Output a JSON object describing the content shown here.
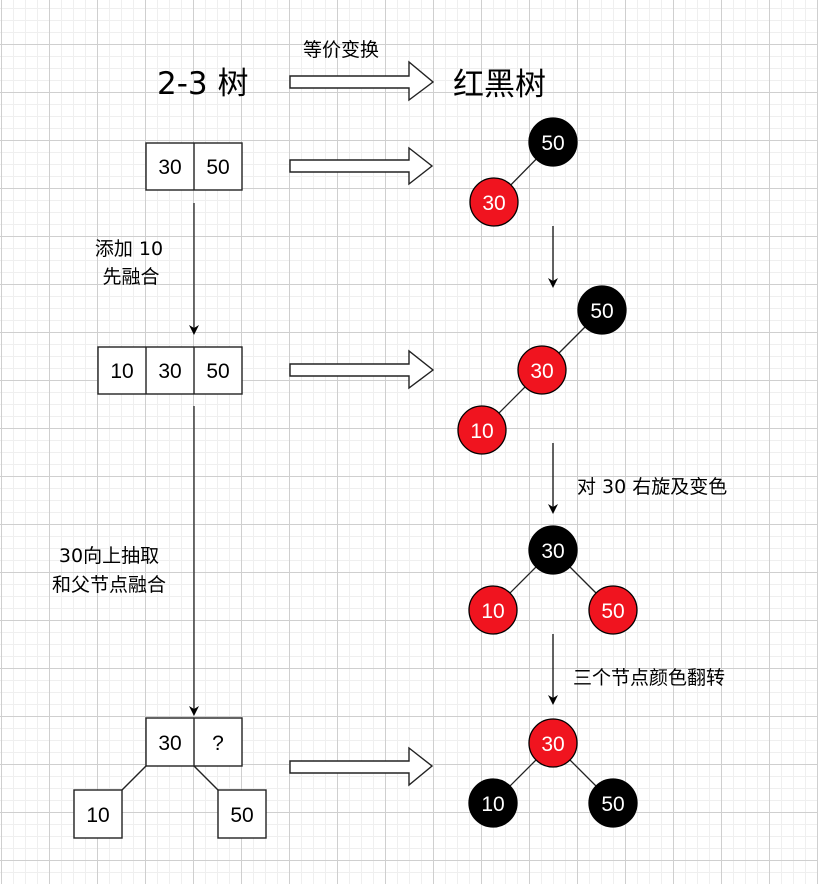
{
  "titles": {
    "left": "2-3 树",
    "right": "红黑树",
    "transform": "等价变换"
  },
  "colors": {
    "red_node": "#f0141f",
    "black_node": "#000000",
    "node_text": "#ffffff",
    "stroke": "#000000"
  },
  "tree23": {
    "step1": {
      "keys": [
        "30",
        "50"
      ]
    },
    "step2": {
      "keys": [
        "10",
        "30",
        "50"
      ]
    },
    "step3": {
      "parent_keys": [
        "30",
        "?"
      ],
      "left_child": "10",
      "right_child": "50"
    }
  },
  "left_captions": {
    "add": [
      "添加 10",
      "先融合"
    ],
    "promote": [
      "30向上抽取",
      "和父节点融合"
    ]
  },
  "rbtree": {
    "step1": [
      {
        "key": "50",
        "color": "black"
      },
      {
        "key": "30",
        "color": "red"
      }
    ],
    "step2": [
      {
        "key": "50",
        "color": "black"
      },
      {
        "key": "30",
        "color": "red"
      },
      {
        "key": "10",
        "color": "red"
      }
    ],
    "step3": [
      {
        "key": "30",
        "color": "black"
      },
      {
        "key": "10",
        "color": "red"
      },
      {
        "key": "50",
        "color": "red"
      }
    ],
    "step4": [
      {
        "key": "30",
        "color": "red"
      },
      {
        "key": "10",
        "color": "black"
      },
      {
        "key": "50",
        "color": "black"
      }
    ]
  },
  "right_captions": {
    "rotate": "对 30 右旋及变色",
    "flip": "三个节点颜色翻转"
  }
}
